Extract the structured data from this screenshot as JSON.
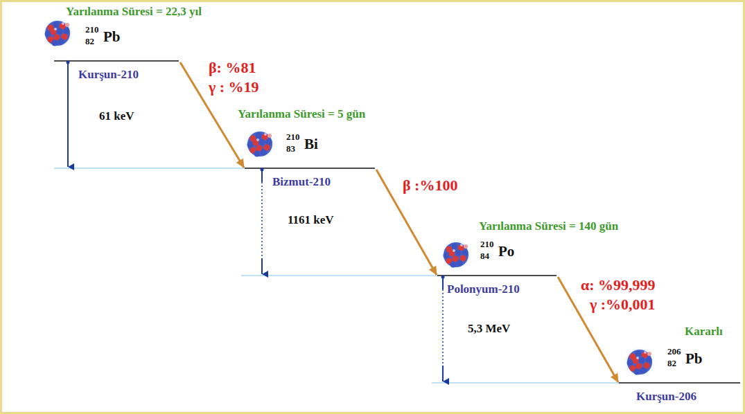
{
  "diagram": {
    "nodes": [
      {
        "text": [
          "210",
          "82",
          "Pb",
          "Kurşun-210"
        ]
      },
      {
        "text": [
          "210",
          "83",
          "Bi",
          "Bizmut-210"
        ]
      },
      {
        "text": [
          "210",
          "84",
          "Po",
          "Polonyum-210"
        ]
      },
      {
        "text": [
          "206",
          "82",
          "Pb",
          "Kurşun-206"
        ]
      }
    ],
    "edges": [
      {
        "from": 0,
        "to": 1,
        "arrow": "to"
      },
      {
        "from": 1,
        "to": 2,
        "arrow": "to"
      },
      {
        "from": 2,
        "to": 3,
        "arrow": "to"
      }
    ],
    "labels": [
      "Yarılanma Süresi = 22,3 yıl",
      "β: %81",
      "γ : %19",
      "61 keV",
      "Yarılanma Süresi = 5 gün",
      "β :%100",
      "1161 keV",
      "Yarılanma Süresi = 140 gün",
      "α: %99,999",
      "γ :%0,001",
      "5,3 MeV",
      "Kararlı"
    ]
  }
}
